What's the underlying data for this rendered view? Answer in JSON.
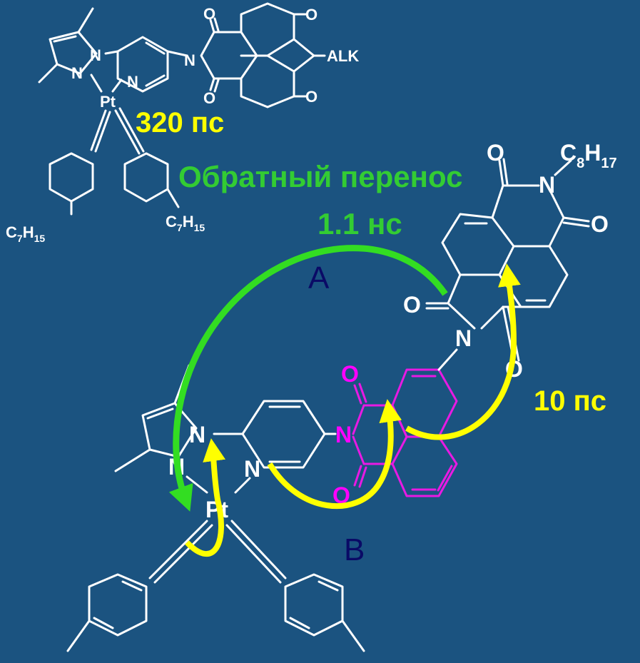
{
  "colors": {
    "background": "#1b5380",
    "structure": "#ffffff",
    "acceptor_fragment": "#e81ae3",
    "fast_transfer": "#ffff00",
    "back_transfer": "#33cc33",
    "path_labels": "#0a0a66"
  },
  "top_molecule": {
    "atoms": {
      "n_pyrazole_1": "N",
      "n_pyrazole_2": "N",
      "n_pyridine": "N",
      "n_imide": "N",
      "pt": "Pt",
      "o_1": "O",
      "o_2": "O",
      "o_3": "O",
      "o_4": "O",
      "alk": "ALK"
    },
    "alkyl_left": {
      "c": "C",
      "c_sub": "7",
      "h": "H",
      "h_sub": "15"
    },
    "alkyl_right": {
      "c": "C",
      "c_sub": "7",
      "h": "H",
      "h_sub": "15"
    }
  },
  "time_top": "320 пс",
  "back_transfer_label": "Обратный перенос",
  "back_transfer_time": "1.1 нс",
  "forward_time": "10 пс",
  "path_a": "A",
  "path_b": "B",
  "main_molecule": {
    "atoms": {
      "n_pyrazole_1": "N",
      "n_pyrazole_2": "N",
      "n_pyridine": "N",
      "pt": "Pt",
      "n_imide_magenta": "N",
      "o_magenta_1": "O",
      "o_magenta_2": "O",
      "n_imide_ndi_1": "N",
      "n_imide_ndi_2": "N",
      "o_ndi_1": "O",
      "o_ndi_2": "O",
      "o_ndi_3": "O",
      "o_ndi_4": "O"
    },
    "alkyl": {
      "c": "C",
      "c_sub": "8",
      "h": "H",
      "h_sub": "17"
    }
  }
}
